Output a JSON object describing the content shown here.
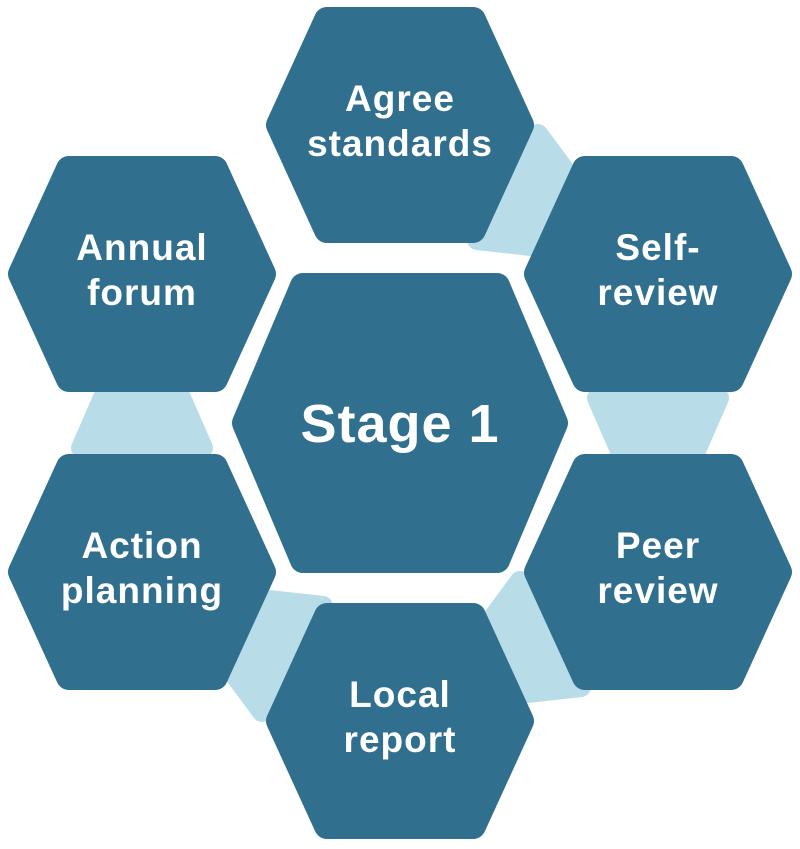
{
  "diagram": {
    "center_label": "Stage 1",
    "steps": [
      {
        "label": "Agree standards",
        "line1": "Agree",
        "line2": "standards",
        "position": "top"
      },
      {
        "label": "Self-review",
        "line1": "Self-",
        "line2": "review",
        "position": "top-right"
      },
      {
        "label": "Peer review",
        "line1": "Peer",
        "line2": "review",
        "position": "bottom-right"
      },
      {
        "label": "Local report",
        "line1": "Local",
        "line2": "report",
        "position": "bottom"
      },
      {
        "label": "Action planning",
        "line1": "Action",
        "line2": "planning",
        "position": "bottom-left"
      },
      {
        "label": "Annual forum",
        "line1": "Annual",
        "line2": "forum",
        "position": "top-left"
      }
    ],
    "colors": {
      "hexagon": "#30708E",
      "connector": "#B9DCE9",
      "label_text": "#FFFFFF",
      "background": "#FFFFFF"
    }
  }
}
